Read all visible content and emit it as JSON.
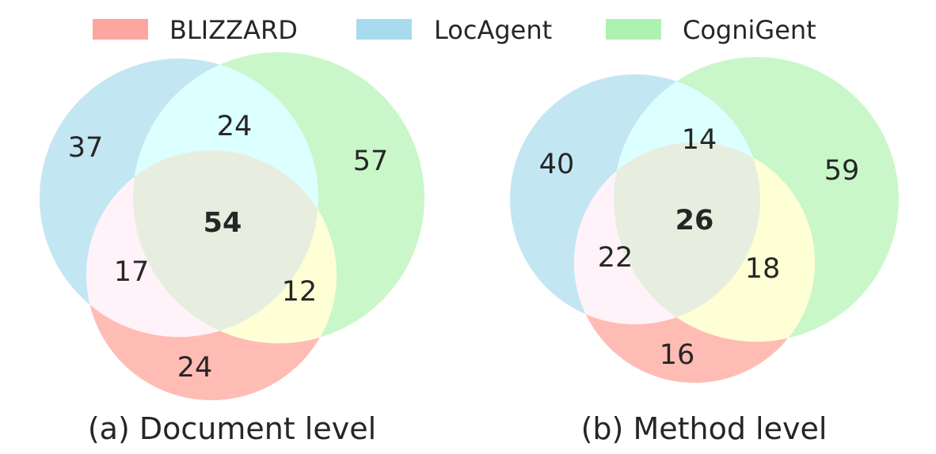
{
  "legend": {
    "items": [
      {
        "label": "BLIZZARD",
        "color": "#fba69e"
      },
      {
        "label": "LocAgent",
        "color": "#a8dbee"
      },
      {
        "label": "CogniGent",
        "color": "#aef2b2"
      }
    ]
  },
  "colors": {
    "blizzard_only": "#ffbcb5",
    "locagent_only": "#c3e6f3",
    "cognigent_only": "#c9f7c9",
    "blizzard_locagent": "#fff2f8",
    "locagent_cognigent": "#dcffff",
    "blizzard_cognigent": "#ffffd5",
    "all_three": "#e7eedf"
  },
  "panels": [
    {
      "caption": "(a) Document level",
      "regions": {
        "blizzard_only": "24",
        "locagent_only": "37",
        "cognigent_only": "57",
        "blizzard_locagent": "17",
        "locagent_cognigent": "24",
        "blizzard_cognigent": "12",
        "all_three": "54"
      }
    },
    {
      "caption": "(b) Method level",
      "regions": {
        "blizzard_only": "16",
        "locagent_only": "40",
        "cognigent_only": "59",
        "blizzard_locagent": "22",
        "locagent_cognigent": "14",
        "blizzard_cognigent": "18",
        "all_three": "26"
      }
    }
  ]
}
